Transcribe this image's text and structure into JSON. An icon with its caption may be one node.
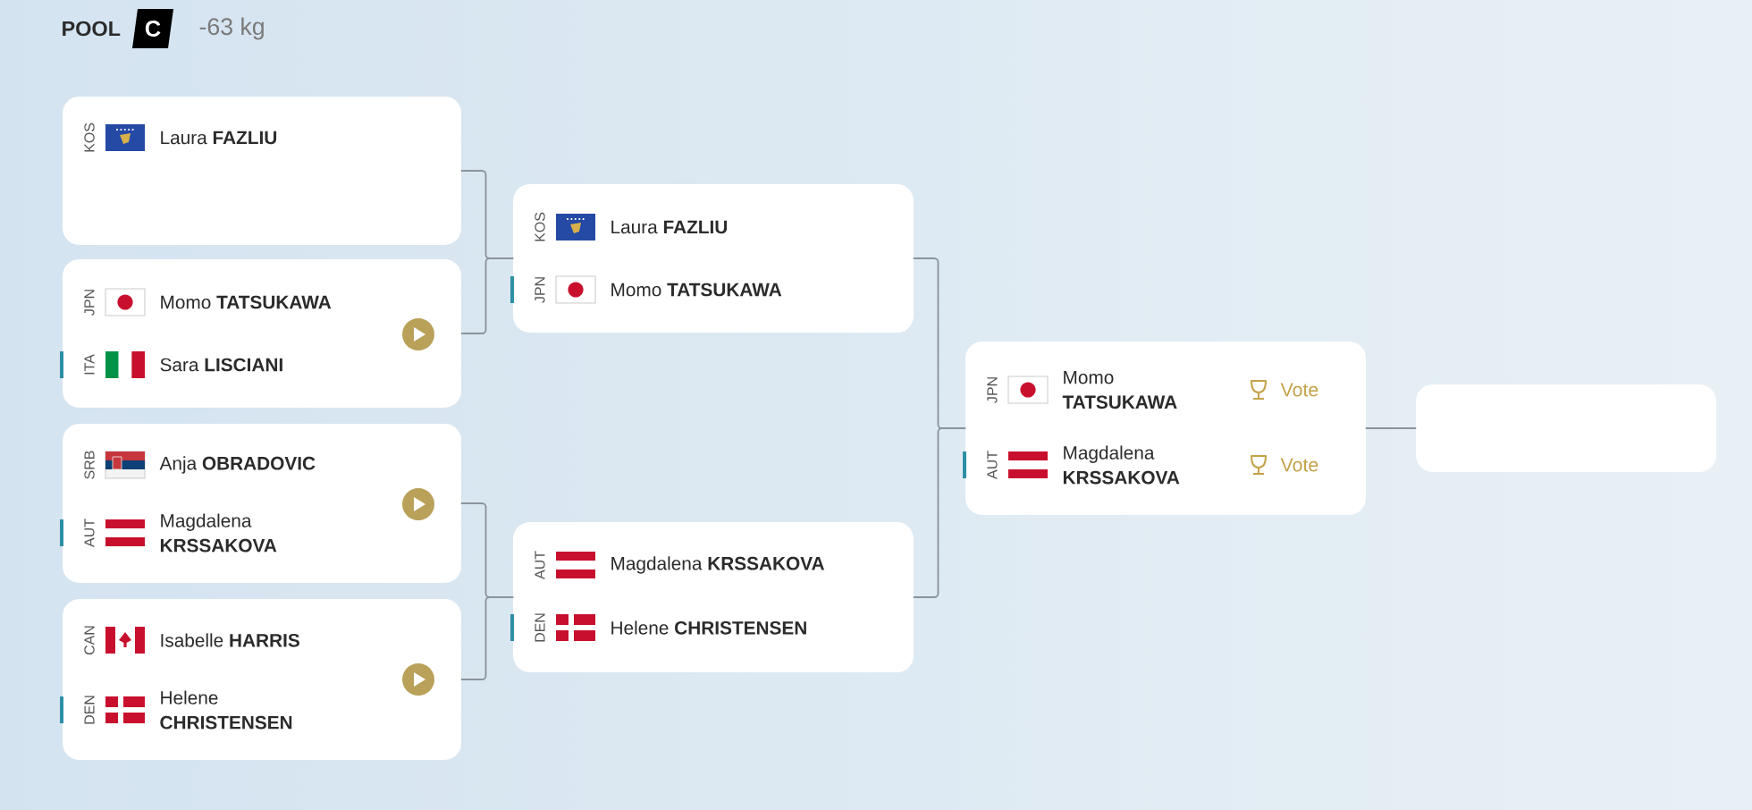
{
  "diagram": {
    "title": "POOL",
    "nodes": [
      {
        "text": [
          "KOS",
          "Laura **FAZLIU**"
        ]
      },
      {
        "text": [
          "JPN",
          "Momo **TATSUKAWA**",
          "ITA",
          "Sara **LISCIANI**"
        ]
      },
      {
        "text": [
          "SRB",
          "Anja **OBRADOVIC**",
          "AUT",
          "Magdalena **KRSSAKOVA**"
        ]
      },
      {
        "text": [
          "CAN",
          "Isabelle **HARRIS**",
          "DEN",
          "Helene **CHRISTENSEN**"
        ]
      },
      {
        "text": [
          "KOS",
          "Laura **FAZLIU**",
          "JPN",
          "Momo **TATSUKAWA**"
        ]
      },
      {
        "text": [
          "AUT",
          "Magdalena **KRSSAKOVA**",
          "DEN",
          "Helene **CHRISTENSEN**"
        ]
      },
      {
        "text": [
          "JPN",
          "Momo **TATSUKAWA**",
          "Vote",
          "AUT",
          "Magdalena **KRSSAKOVA**",
          "Vote"
        ]
      },
      {
        "text": [],
        "shape": "box"
      }
    ],
    "edges": [
      {
        "from": 0,
        "to": 4,
        "arrow": "none"
      },
      {
        "from": 1,
        "to": 4,
        "arrow": "none"
      },
      {
        "from": 2,
        "to": 5,
        "arrow": "none"
      },
      {
        "from": 3,
        "to": 5,
        "arrow": "none"
      },
      {
        "from": 4,
        "to": 6,
        "arrow": "none"
      },
      {
        "from": 5,
        "to": 6,
        "arrow": "none"
      },
      {
        "from": 6,
        "to": 7,
        "arrow": "none"
      }
    ],
    "labels": [
      "C",
      "-63 kg"
    ]
  }
}
